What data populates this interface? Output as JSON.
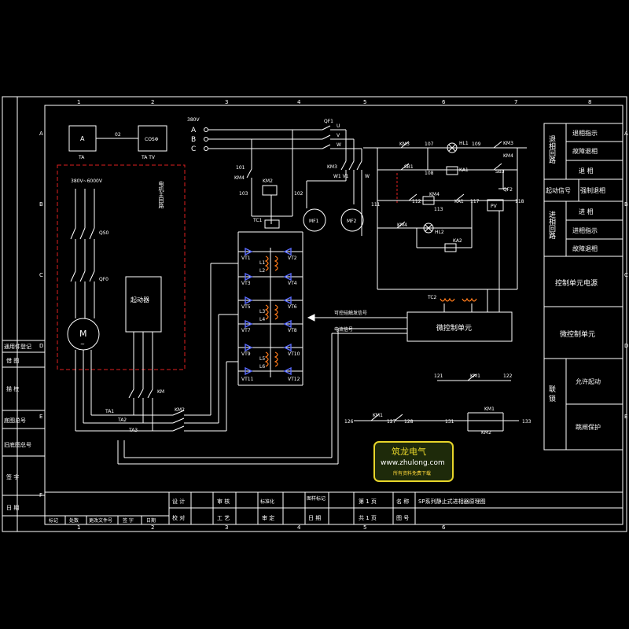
{
  "border": {
    "col_numbers": [
      "1",
      "2",
      "3",
      "4",
      "5",
      "6",
      "7",
      "8"
    ],
    "row_letters": [
      "A",
      "B",
      "C",
      "D",
      "E",
      "F"
    ]
  },
  "left_panel": {
    "items": [
      "通用件登记",
      "借 图",
      "描 校",
      "底图总号",
      "旧底图总号",
      "签 字",
      "日 期"
    ]
  },
  "main_circuit": {
    "meter_a": "A",
    "meter_cos": "COSΦ",
    "label_ta_a": "TA",
    "label_ta_cos": "TA TV",
    "label_02": "02",
    "voltage_range": "380V~6000V",
    "main_circuit_label": "电机主回路",
    "qs0": "QS0",
    "qf0": "QF0",
    "starter": "起动器",
    "motor": "M",
    "km": "KM",
    "ta1": "TA1",
    "ta2": "TA2",
    "ta3": "TA3",
    "km2": "KM2"
  },
  "power": {
    "voltage": "380V",
    "phases": [
      "A",
      "B",
      "C"
    ],
    "qf1": "QF1",
    "uvw": [
      "U",
      "V",
      "W"
    ],
    "km3": "KM3",
    "km2": "KM2",
    "km4": "KM4",
    "w1v1": "W1 V1",
    "w2": "W",
    "n101": "101",
    "n102": "102",
    "n103": "103",
    "tc1": "TC1",
    "mf1": "MF1",
    "mf2": "MF2"
  },
  "thyristors": {
    "vt": [
      "VT1",
      "VT2",
      "VT3",
      "VT4",
      "VT5",
      "VT6",
      "VT7",
      "VT8",
      "VT9",
      "VT10",
      "VT11",
      "VT12"
    ],
    "l": [
      "L1",
      "L2",
      "L3",
      "L4",
      "L5",
      "L6"
    ]
  },
  "signals": {
    "trigger": "可控硅触发信号",
    "current": "电流信号",
    "tc2": "TC2"
  },
  "control": {
    "n107": "107",
    "n109": "109",
    "hl1": "HL1",
    "km3": "KM3",
    "km4a": "KM4",
    "sb1": "SB1",
    "n108": "108",
    "ka1": "KA1",
    "sb3": "SB3",
    "qf2": "QF2",
    "n111": "111",
    "n112": "112",
    "km4b": "KM4",
    "n113": "113",
    "ka1b": "KA1",
    "n117": "117",
    "pv": "PV",
    "n118": "118",
    "km4c": "KM4",
    "hl2": "HL2",
    "ka2": "KA2",
    "micro": "微控制单元",
    "n121": "121",
    "km1": "KM1",
    "n122": "122",
    "n126": "126",
    "km1b": "KM1",
    "n127": "127",
    "n128": "128",
    "n131": "131",
    "km1c": "KM1",
    "km2b": "KM2",
    "n133": "133"
  },
  "right_panel": {
    "group1": "退相回路",
    "exit_indicate": "退相指示",
    "fault_exit": "故障退相",
    "exit": "退 相",
    "start_signal": "起动信号",
    "force_exit": "强制退相",
    "group2": "进相回路",
    "enter": "进 相",
    "enter_indicate": "进相指示",
    "fault_exit2": "故障退相",
    "ctrl_power": "控制单元电源",
    "micro": "微控制单元",
    "group3": "联 锁",
    "allow_start": "允许起动",
    "fault_protect": "跳闸保护"
  },
  "watermark": {
    "title": "筑龙电气",
    "url": "www.zhulong.com",
    "note": "所有资料免费下载"
  },
  "title_block": {
    "design": "设 计",
    "review": "审 核",
    "standard": "标准化",
    "drawing_no": "图样标记",
    "page": "第 1 页",
    "name_label": "名 称",
    "name_value": "SP系列静止式进相器原理图",
    "check": "校 对",
    "process": "工 艺",
    "approve": "审 定",
    "date": "日 期",
    "total": "共 1 页",
    "fig_no": "图 号",
    "mark": "标记",
    "count": "处数",
    "change_doc": "更改文件号",
    "sign": "签 字",
    "date2": "日期"
  }
}
